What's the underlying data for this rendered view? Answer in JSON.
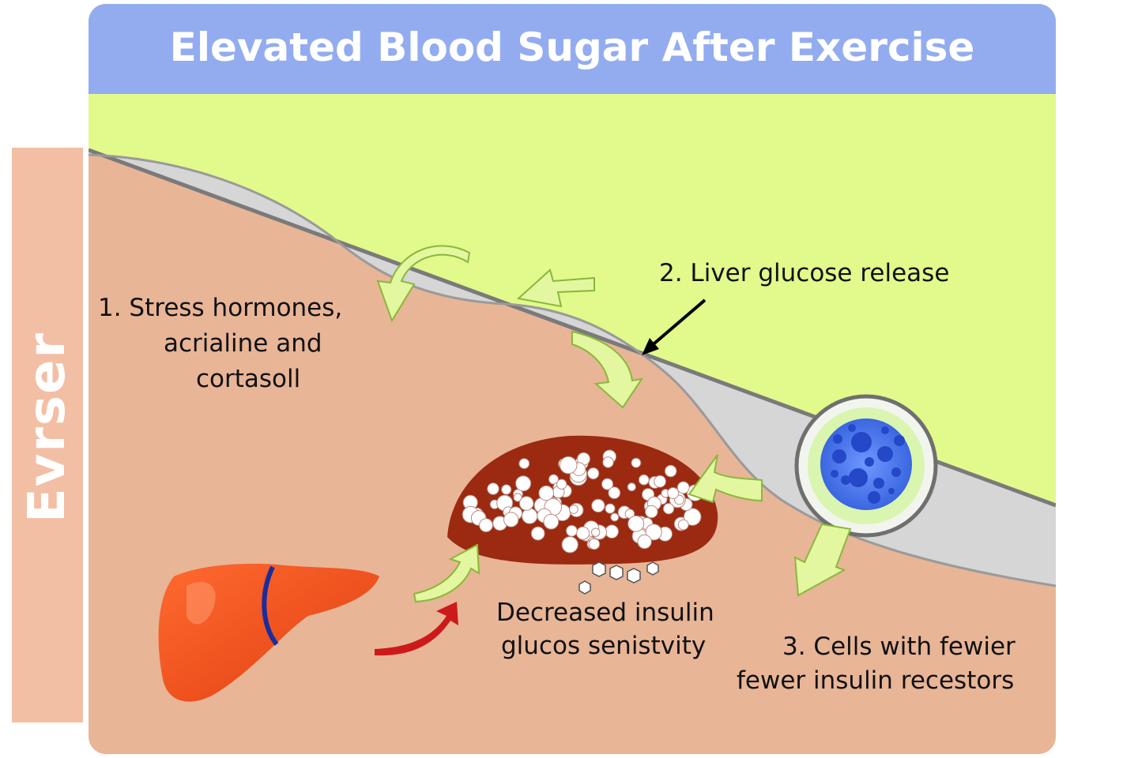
{
  "title": "Elevated Blood Sugar After Exercise",
  "side_label": "Evrser",
  "labels": {
    "step1_line1": "1. Stress hormones,",
    "step1_line2": "acrialine and",
    "step1_line3": "cortasoll",
    "step2": "2.  Liver glucose release",
    "center_line1": "Decreased insulin",
    "center_line2": "glucos senistvity",
    "step3_line1": "3.  Cells with fewier",
    "step3_line2": "fewer insulin recestors"
  },
  "colors": {
    "banner": "#93acf0",
    "sky": "#e2f98b",
    "band": "#d6d6d6",
    "tissue": "#e8b597",
    "side_tab": "#f3bfa4",
    "liver": "#ef4e1c",
    "cluster": "#9b2a10",
    "cell": "#3f6fe6",
    "green_arrow": "#e3f7a0",
    "red_arrow": "#cc1a1a"
  },
  "icons": [
    "liver-icon",
    "glucose-cluster-icon",
    "cell-icon",
    "green-arrow-icon",
    "red-arrow-icon",
    "pointer-arrow-icon"
  ]
}
